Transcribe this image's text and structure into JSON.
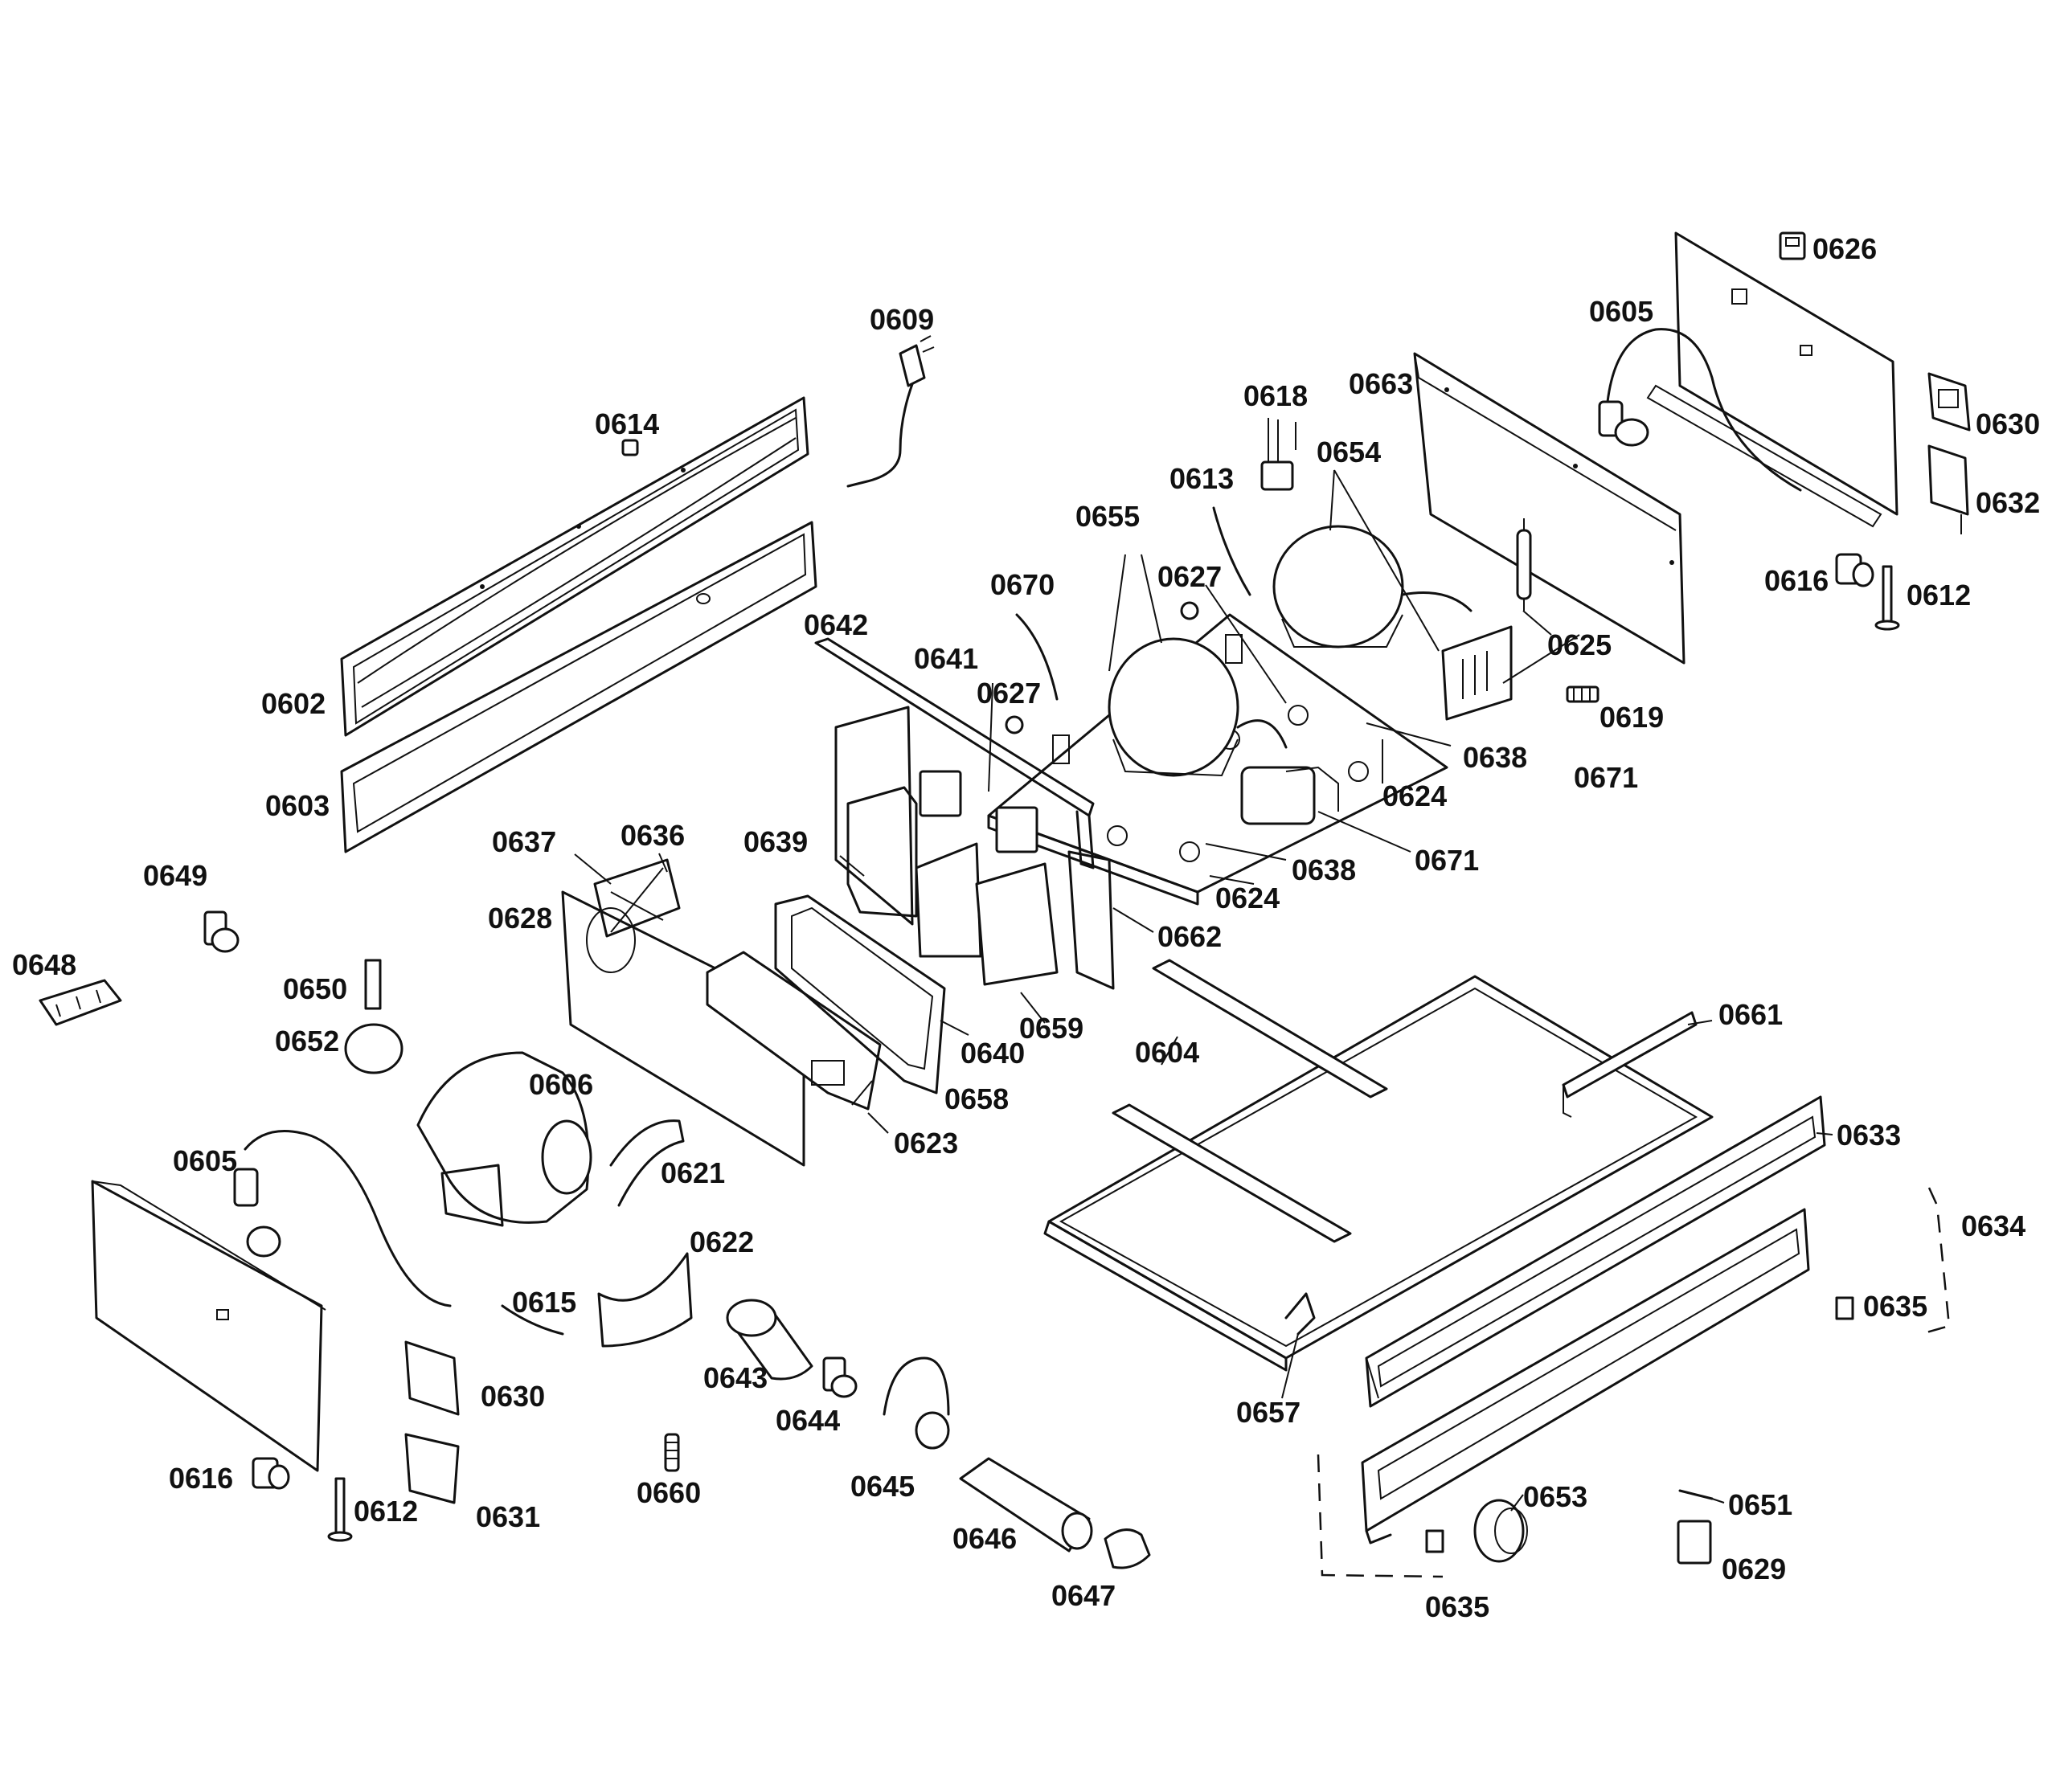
{
  "callouts": [
    {
      "id": "c0609",
      "text": "0609"
    },
    {
      "id": "c0614",
      "text": "0614"
    },
    {
      "id": "c0602",
      "text": "0602"
    },
    {
      "id": "c0603",
      "text": "0603"
    },
    {
      "id": "c0618",
      "text": "0618"
    },
    {
      "id": "c0663",
      "text": "0663"
    },
    {
      "id": "c0626",
      "text": "0626"
    },
    {
      "id": "c0605a",
      "text": "0605"
    },
    {
      "id": "c0630a",
      "text": "0630"
    },
    {
      "id": "c0632",
      "text": "0632"
    },
    {
      "id": "c0616a",
      "text": "0616"
    },
    {
      "id": "c0612a",
      "text": "0612"
    },
    {
      "id": "c0654",
      "text": "0654"
    },
    {
      "id": "c0613",
      "text": "0613"
    },
    {
      "id": "c0655",
      "text": "0655"
    },
    {
      "id": "c0627a",
      "text": "0627"
    },
    {
      "id": "c0670",
      "text": "0670"
    },
    {
      "id": "c0625",
      "text": "0625"
    },
    {
      "id": "c0642",
      "text": "0642"
    },
    {
      "id": "c0641",
      "text": "0641"
    },
    {
      "id": "c0627b",
      "text": "0627"
    },
    {
      "id": "c0619",
      "text": "0619"
    },
    {
      "id": "c0638a",
      "text": "0638"
    },
    {
      "id": "c0671a",
      "text": "0671"
    },
    {
      "id": "c0624a",
      "text": "0624"
    },
    {
      "id": "c0637",
      "text": "0637"
    },
    {
      "id": "c0636",
      "text": "0636"
    },
    {
      "id": "c0639",
      "text": "0639"
    },
    {
      "id": "c0638b",
      "text": "0638"
    },
    {
      "id": "c0671b",
      "text": "0671"
    },
    {
      "id": "c0649",
      "text": "0649"
    },
    {
      "id": "c0628",
      "text": "0628"
    },
    {
      "id": "c0624b",
      "text": "0624"
    },
    {
      "id": "c0662",
      "text": "0662"
    },
    {
      "id": "c0648",
      "text": "0648"
    },
    {
      "id": "c0650",
      "text": "0650"
    },
    {
      "id": "c0652",
      "text": "0652"
    },
    {
      "id": "c0640",
      "text": "0640"
    },
    {
      "id": "c0659",
      "text": "0659"
    },
    {
      "id": "c0661",
      "text": "0661"
    },
    {
      "id": "c0604",
      "text": "0604"
    },
    {
      "id": "c0606",
      "text": "0606"
    },
    {
      "id": "c0658",
      "text": "0658"
    },
    {
      "id": "c0623",
      "text": "0623"
    },
    {
      "id": "c0633",
      "text": "0633"
    },
    {
      "id": "c0605b",
      "text": "0605"
    },
    {
      "id": "c0621",
      "text": "0621"
    },
    {
      "id": "c0634",
      "text": "0634"
    },
    {
      "id": "c0622",
      "text": "0622"
    },
    {
      "id": "c0615",
      "text": "0615"
    },
    {
      "id": "c0635a",
      "text": "0635"
    },
    {
      "id": "c0643",
      "text": "0643"
    },
    {
      "id": "c0630b",
      "text": "0630"
    },
    {
      "id": "c0657",
      "text": "0657"
    },
    {
      "id": "c0644",
      "text": "0644"
    },
    {
      "id": "c0653",
      "text": "0653"
    },
    {
      "id": "c0651",
      "text": "0651"
    },
    {
      "id": "c0616b",
      "text": "0616"
    },
    {
      "id": "c0660",
      "text": "0660"
    },
    {
      "id": "c0645",
      "text": "0645"
    },
    {
      "id": "c0612b",
      "text": "0612"
    },
    {
      "id": "c0631",
      "text": "0631"
    },
    {
      "id": "c0629",
      "text": "0629"
    },
    {
      "id": "c0646",
      "text": "0646"
    },
    {
      "id": "c0635b",
      "text": "0635"
    },
    {
      "id": "c0647",
      "text": "0647"
    }
  ]
}
